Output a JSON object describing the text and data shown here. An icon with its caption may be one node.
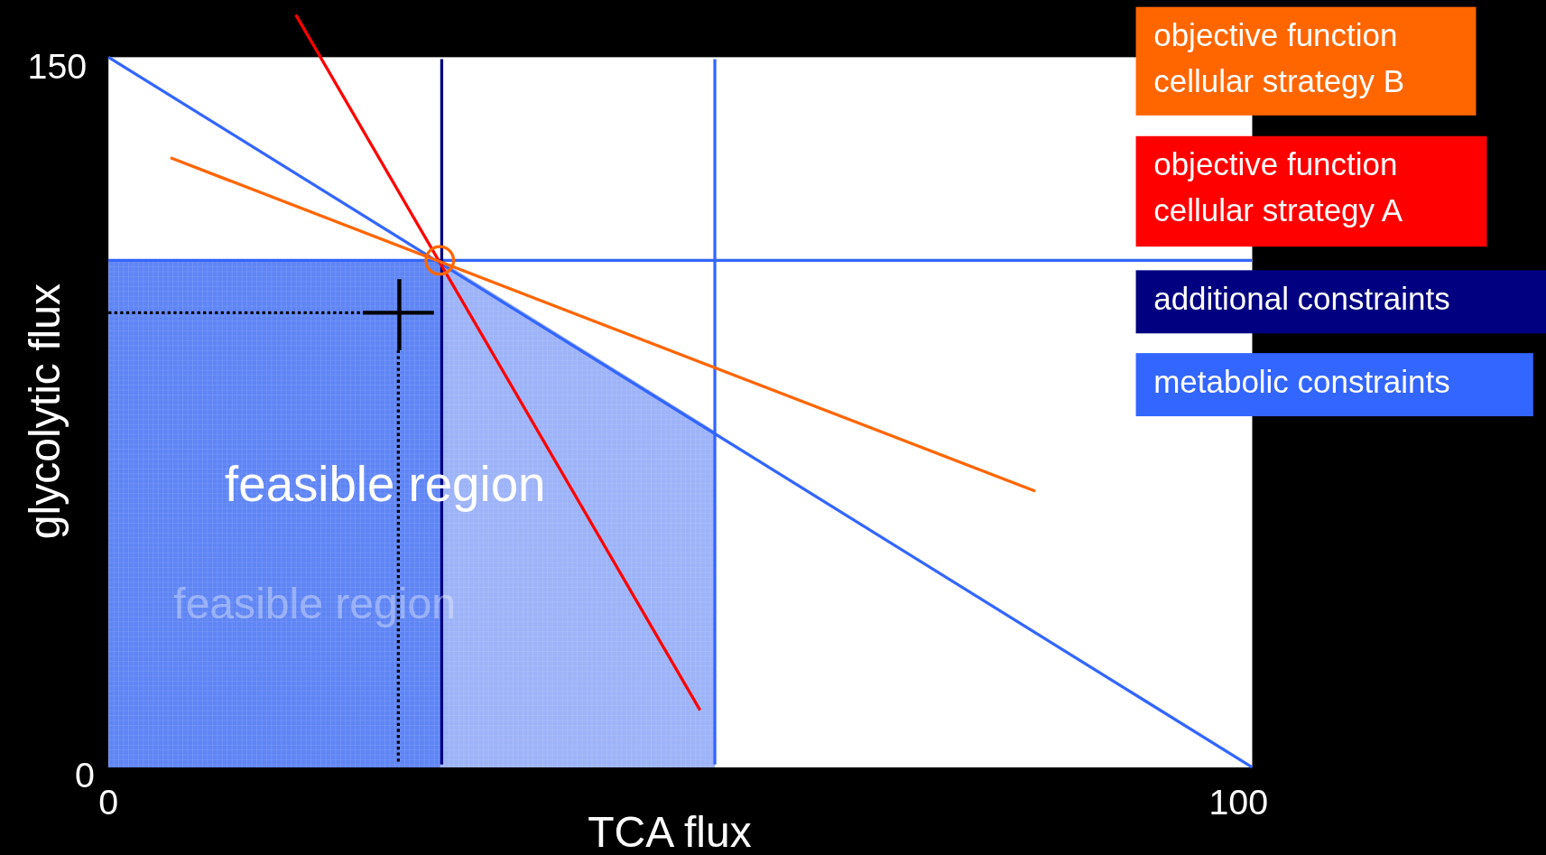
{
  "diagram": {
    "labels": [
      "150",
      "glycolytic flux",
      "feasible region",
      "feasible region",
      "0",
      "0",
      "100",
      "TCA flux"
    ],
    "legend": [
      {
        "text": "objective function cellular strategy B",
        "color": "#ff6600"
      },
      {
        "text": "objective function cellular strategy A",
        "color": "#ff0000"
      },
      {
        "text": "additional constraints",
        "color": "#000080"
      },
      {
        "text": "metabolic constraints",
        "color": "#3366ff"
      }
    ]
  }
}
